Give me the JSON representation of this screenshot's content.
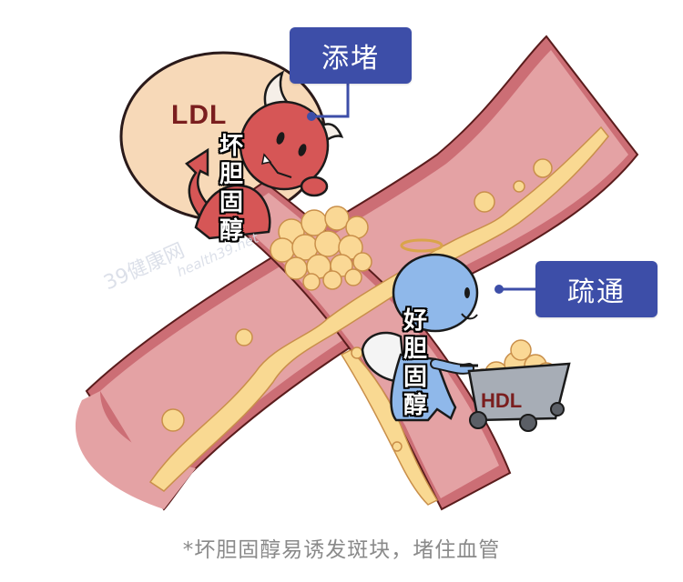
{
  "labels": {
    "block": "添堵",
    "clear": "疏通"
  },
  "characters": {
    "bad": {
      "bag_label": "LDL",
      "name_chars": [
        "坏",
        "胆",
        "固",
        "醇"
      ]
    },
    "good": {
      "cart_label": "HDL",
      "name_chars": [
        "好",
        "胆",
        "固",
        "醇"
      ]
    }
  },
  "watermark": {
    "main": "39健康网",
    "sub": "health39.net"
  },
  "caption": "*坏胆固醇易诱发斑块，堵住血管",
  "colors": {
    "label_bg": "#3d4ea8",
    "vessel_fill": "#e4a2a4",
    "vessel_wall": "#cc6e75",
    "plaque": "#f9d992",
    "devil": "#d65656",
    "angel": "#8fb8ea",
    "bag": "#f7d9b8",
    "caption": "#8a8a8a"
  }
}
